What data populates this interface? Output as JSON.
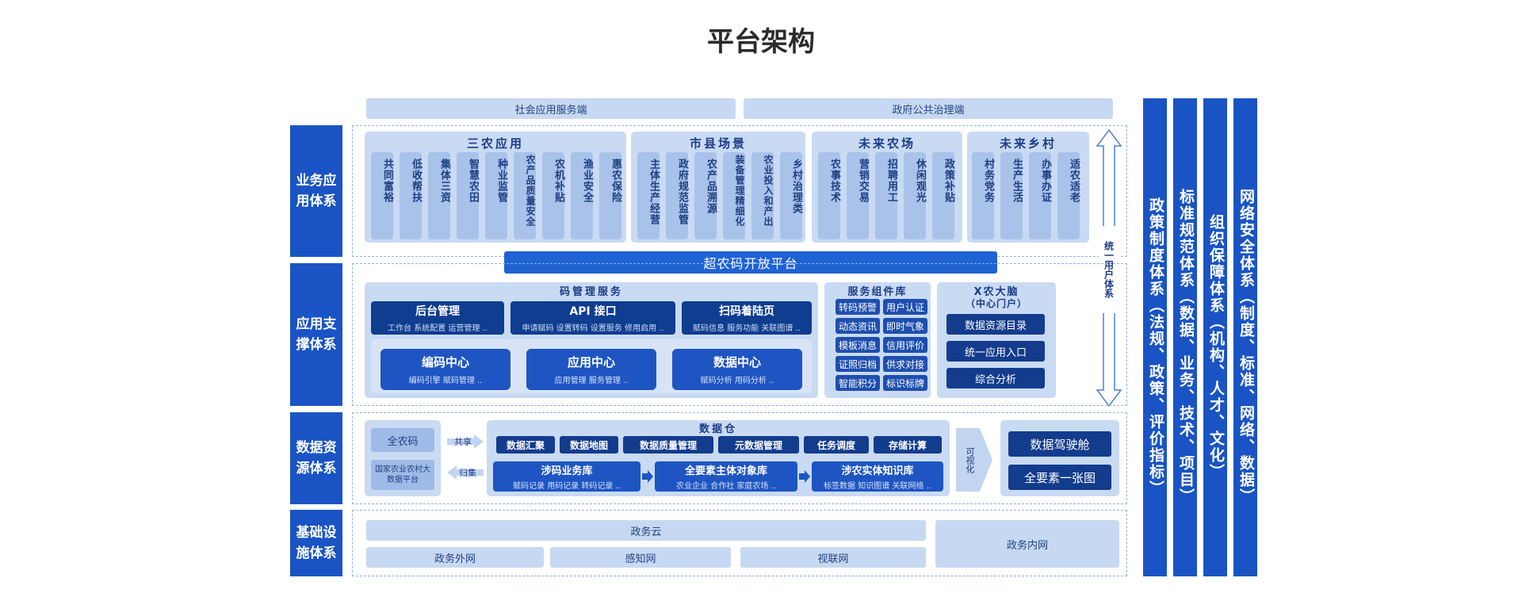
{
  "title": "平台架构",
  "layers": {
    "business": "业务应用体系",
    "support": "应用支撑体系",
    "data": "数据资源体系",
    "infra": "基础设施体系"
  },
  "top_bars": {
    "social": "社会应用服务端",
    "gov": "政府公共治理端"
  },
  "sanong": {
    "title": "三农应用",
    "items": [
      "共同富裕",
      "低收帮扶",
      "集体三资",
      "智慧农田",
      "种业监管",
      "农产品质量安全",
      "农机补贴",
      "渔业安全",
      "惠农保险"
    ]
  },
  "shixian": {
    "title": "市县场景",
    "items": [
      "主体生产经营",
      "政府规范监管",
      "农产品溯源",
      "装备管理精细化",
      "农业投入和产出",
      "乡村治理类"
    ]
  },
  "nongchang": {
    "title": "未来农场",
    "items": [
      "农事技术",
      "营销交易",
      "招聘用工",
      "休闲观光",
      "政策补贴"
    ]
  },
  "xiangcun": {
    "title": "未来乡村",
    "items": [
      "村务党务",
      "生产生活",
      "办事办证",
      "适农适老"
    ]
  },
  "user_system": "统一用户体系",
  "platform_bar": "超农码开放平台",
  "code_mgmt": {
    "title": "码管理服务",
    "top": [
      {
        "title": "后台管理",
        "sub": "工作台 系统配置 运营管理 .."
      },
      {
        "title": "API 接口",
        "sub": "申请赋码 设置转码 设置服务 修用启用 .."
      },
      {
        "title": "扫码着陆页",
        "sub": "赋码信息 服务功能 关联图谱 .."
      }
    ],
    "mid": [
      {
        "title": "编码中心",
        "sub": "编码引擎 赋码管理 .."
      },
      {
        "title": "应用中心",
        "sub": "应用管理 服务管理 .."
      },
      {
        "title": "数据中心",
        "sub": "赋码分析 用码分析 .."
      }
    ]
  },
  "service_lib": {
    "title": "服务组件库",
    "items": [
      "转码预警",
      "用户认证",
      "动态资讯",
      "即时气象",
      "模板消息",
      "信用评价",
      "证照归档",
      "供求对接",
      "智能积分",
      "标识标牌"
    ]
  },
  "brain": {
    "title": "X农大脑",
    "subtitle": "（中心门户）",
    "items": [
      "数据资源目录",
      "统一应用入口",
      "综合分析"
    ]
  },
  "data_layer": {
    "left_top": "全农码",
    "left_bottom": "国家农业农村大数据平台",
    "share": "共享",
    "gather": "归集",
    "warehouse_title": "数据仓",
    "warehouse_items": [
      "数据汇聚",
      "数据地图",
      "数据质量管理",
      "元数据管理",
      "任务调度",
      "存储计算"
    ],
    "libs": [
      {
        "title": "涉码业务库",
        "sub": "赋码记录 用码记录 转码记录 .."
      },
      {
        "title": "全要素主体对象库",
        "sub": "农业企业 合作社 家庭农场 .."
      },
      {
        "title": "涉农实体知识库",
        "sub": "标签数据 知识图谱 关联网络 .."
      }
    ],
    "visual": "可视化",
    "right": [
      "数据驾驶舱",
      "全要素一张图"
    ]
  },
  "infra_layer": {
    "cloud": "政务云",
    "items": [
      "政务外网",
      "感知网",
      "视联网"
    ],
    "intranet": "政务内网"
  },
  "right_columns": [
    "政策制度体系（法规、政策、评价指标）",
    "标准规范体系（数据、业务、技术、项目）",
    "组织保障体系（机构、人才、文化）",
    "网络安全体系（制度、标准、网络、数据）"
  ],
  "colors": {
    "primary": "#1a54c4",
    "pale": "#c9daf3",
    "dark": "#0f3d8f",
    "bar": "#1f62d4"
  }
}
